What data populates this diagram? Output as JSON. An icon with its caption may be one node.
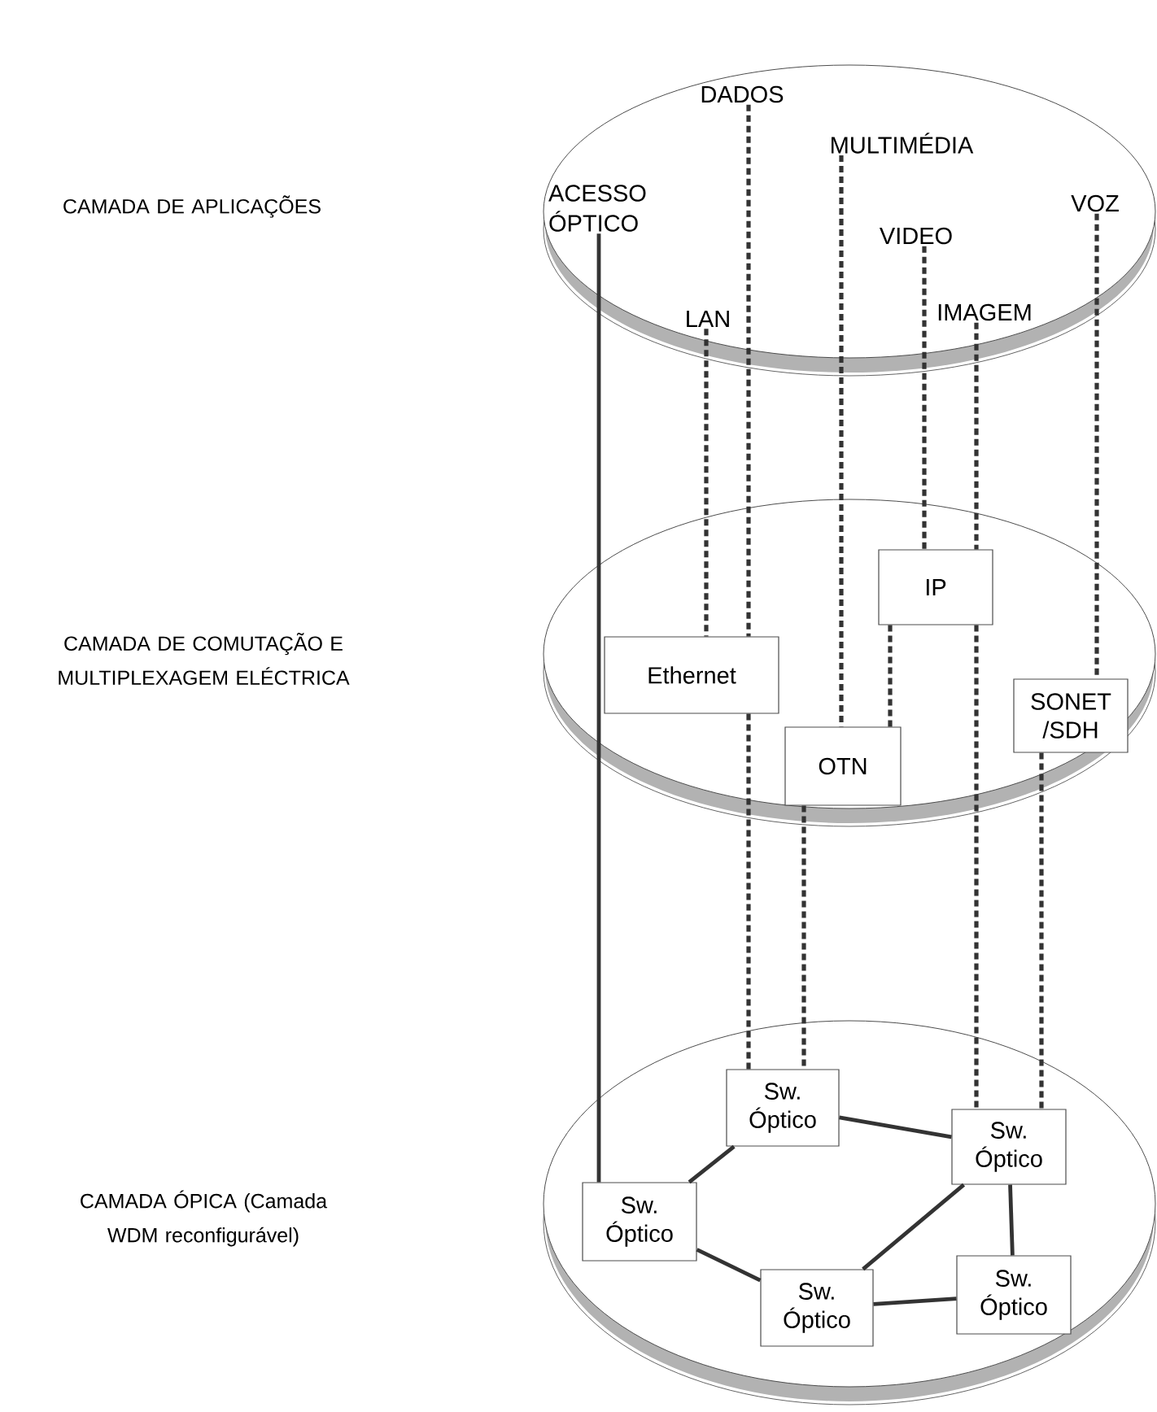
{
  "diagram": {
    "nodes": [
      {
        "text": [],
        "shape": "ellipse"
      },
      {
        "text": [
          "DADOS"
        ],
        "in": 0
      },
      {
        "text": [
          "MULTIMÉDIA"
        ],
        "in": 0
      },
      {
        "text": [
          "ACESSO ÓPTICO"
        ],
        "in": 0
      },
      {
        "text": [
          "VOZ"
        ],
        "in": 0
      },
      {
        "text": [
          "VIDEO"
        ],
        "in": 0
      },
      {
        "text": [
          "LAN"
        ],
        "in": 0
      },
      {
        "text": [
          "IMAGEM"
        ],
        "in": 0
      },
      {
        "text": [],
        "shape": "ellipse"
      },
      {
        "text": [
          "IP"
        ],
        "in": 8
      },
      {
        "text": [
          "Ethernet"
        ],
        "in": 8
      },
      {
        "text": [
          "SONET /SDH"
        ],
        "in": 8
      },
      {
        "text": [
          "OTN"
        ],
        "in": 8
      },
      {
        "text": [],
        "shape": "ellipse"
      },
      {
        "text": [
          "Sw. Óptico"
        ],
        "in": 13
      },
      {
        "text": [
          "Sw. Óptico"
        ],
        "in": 13
      },
      {
        "text": [
          "Sw. Óptico"
        ],
        "in": 13
      },
      {
        "text": [
          "Sw. Óptico"
        ],
        "in": 13
      },
      {
        "text": [
          "Sw. Óptico"
        ],
        "in": 13
      }
    ],
    "edges": [
      {
        "from": 6,
        "to": 10,
        "arrow": "none",
        "style": "dashed"
      },
      {
        "from": 1,
        "to": 10,
        "arrow": "none",
        "style": "dashed"
      },
      {
        "from": 2,
        "to": 12,
        "arrow": "none",
        "style": "dashed"
      },
      {
        "from": 5,
        "to": 9,
        "arrow": "none",
        "style": "dashed"
      },
      {
        "from": 7,
        "to": 9,
        "arrow": "none",
        "style": "dashed"
      },
      {
        "from": 4,
        "to": 11,
        "arrow": "none",
        "style": "dashed"
      },
      {
        "from": 9,
        "to": 12,
        "arrow": "none",
        "style": "dashed"
      },
      {
        "from": 10,
        "to": 14,
        "arrow": "none",
        "style": "dashed"
      },
      {
        "from": 12,
        "to": 14,
        "arrow": "none",
        "style": "dashed"
      },
      {
        "from": 9,
        "to": 15,
        "arrow": "none",
        "style": "dashed"
      },
      {
        "from": 11,
        "to": 15,
        "arrow": "none",
        "style": "dashed"
      },
      {
        "from": 3,
        "to": 16,
        "arrow": "none"
      },
      {
        "from": 14,
        "to": 15,
        "arrow": "none"
      },
      {
        "from": 14,
        "to": 16,
        "arrow": "none"
      },
      {
        "from": 16,
        "to": 17,
        "arrow": "none"
      },
      {
        "from": 17,
        "to": 15,
        "arrow": "none"
      },
      {
        "from": 17,
        "to": 18,
        "arrow": "none"
      },
      {
        "from": 15,
        "to": 18,
        "arrow": "none"
      }
    ],
    "labels": [
      "CAMADA DE APLICAÇÕES",
      "CAMADA DE COMUTAÇÃO E MULTIPLEXAGEM ELÉCTRICA",
      "CAMADA ÓPICA (Camada WDM reconfigurável)"
    ]
  }
}
